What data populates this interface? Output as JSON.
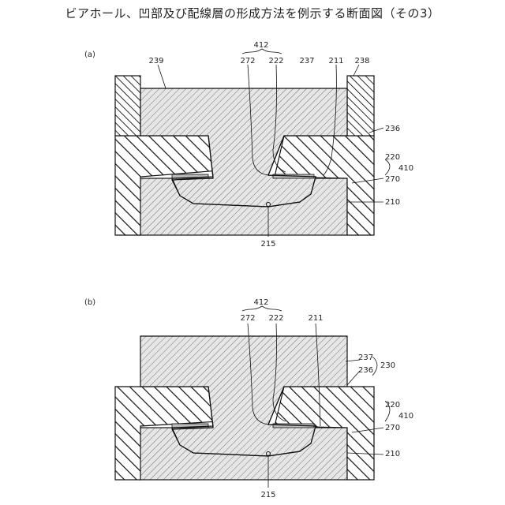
{
  "title": "ビアホール、凹部及び配線層の形成方法を例示する断面図（その3）",
  "panels": {
    "a": {
      "label": "(a)",
      "refs": {
        "r412": "412",
        "r272": "272",
        "r222": "222",
        "r237": "237",
        "r211": "211",
        "r238": "238",
        "r239": "239",
        "r236": "236",
        "r220": "220",
        "r410": "410",
        "r270": "270",
        "r210": "210",
        "r215": "215"
      }
    },
    "b": {
      "label": "(b)",
      "refs": {
        "r412": "412",
        "r272": "272",
        "r222": "222",
        "r211": "211",
        "r237": "237",
        "r236": "236",
        "r230": "230",
        "r220": "220",
        "r410": "410",
        "r270": "270",
        "r210": "210",
        "r215": "215"
      }
    }
  }
}
